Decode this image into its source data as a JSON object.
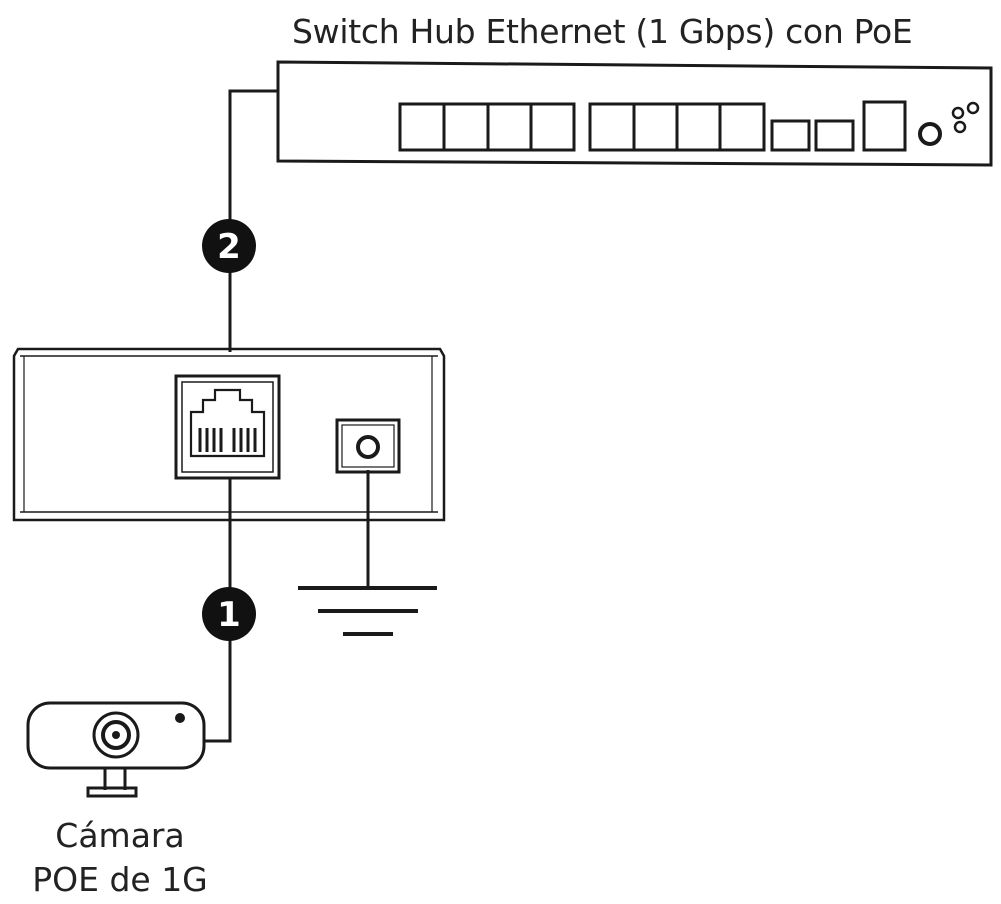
{
  "switch": {
    "title": "Switch Hub Ethernet (1 Gbps) con PoE"
  },
  "camera": {
    "label_line1": "Cámara",
    "label_line2": "POE de 1G"
  },
  "markers": {
    "step1": "1",
    "step2": "2"
  },
  "colors": {
    "stroke": "#1a1a1a",
    "marker_fill": "#111111",
    "marker_text": "#ffffff",
    "background": "#ffffff"
  },
  "icons": {
    "switch": "network-switch-icon",
    "injector": "poe-injector-icon",
    "rj45": "rj45-port-icon",
    "dc_jack": "dc-power-jack-icon",
    "ground": "ground-symbol-icon",
    "camera": "ip-camera-icon"
  }
}
